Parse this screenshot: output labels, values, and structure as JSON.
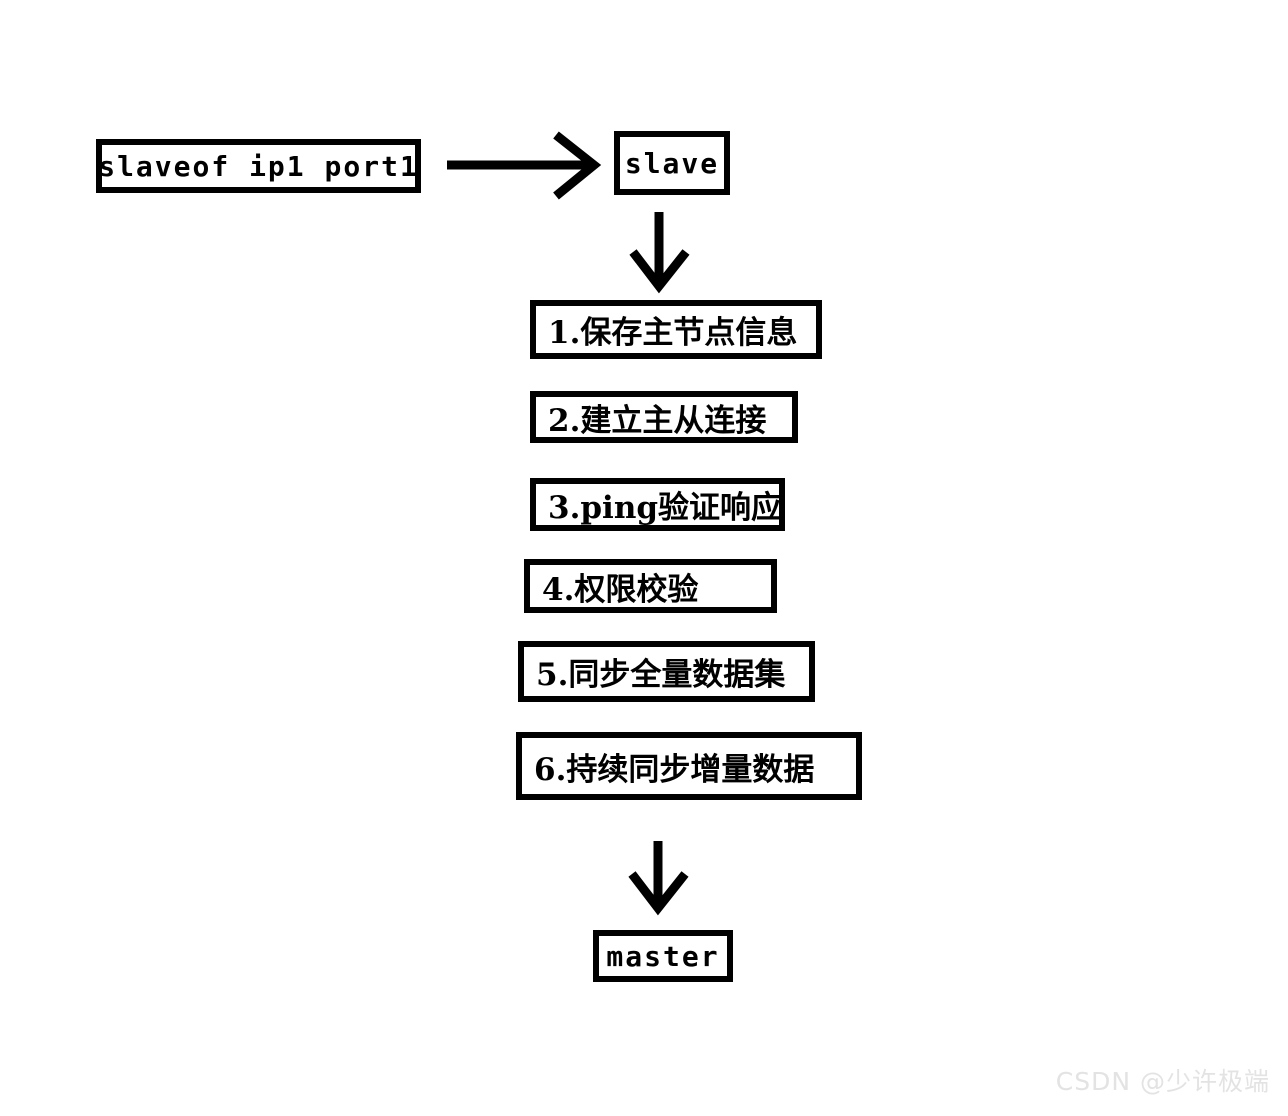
{
  "diagram": {
    "title": "Redis slaveof replication handshake flow",
    "background_color": "#ffffff",
    "stroke_color": "#000000",
    "nodes": {
      "command": {
        "label": "slaveof ip1 port1"
      },
      "slave": {
        "label": "slave"
      },
      "master": {
        "label": "master"
      },
      "steps": [
        {
          "label": "1.保存主节点信息"
        },
        {
          "label": "2.建立主从连接"
        },
        {
          "label": "3.ping验证响应"
        },
        {
          "label": "4.权限校验"
        },
        {
          "label": "5.同步全量数据集"
        },
        {
          "label": "6.持续同步增量数据"
        }
      ]
    },
    "edges": [
      {
        "name": "command-to-slave",
        "direction": "right"
      },
      {
        "name": "slave-to-step-1",
        "direction": "down"
      },
      {
        "name": "step-6-to-master",
        "direction": "down"
      }
    ]
  },
  "watermark": {
    "text": "CSDN @少许极端",
    "color": "#e3e3e3"
  }
}
